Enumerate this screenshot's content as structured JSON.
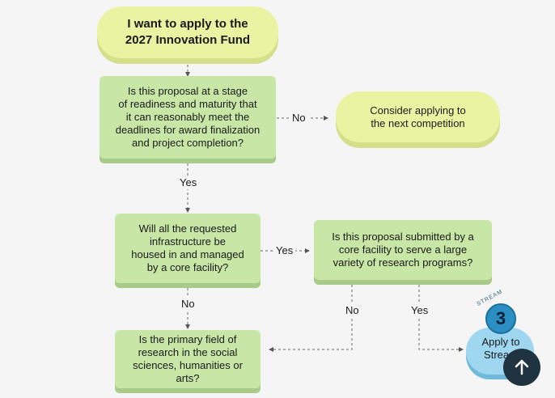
{
  "nodes": {
    "start": "I want to apply to the\n2027 Innovation Fund",
    "readiness": "Is this proposal at a stage\nof readiness and maturity that\nit can reasonably meet the\ndeadlines for award finalization\nand project completion?",
    "next_competition": "Consider applying to\nthe next competition",
    "core_facility": "Will all the requested\ninfrastructure be\nhoused in and managed\nby a core facility?",
    "core_facility_submitted": "Is this proposal submitted by a\ncore facility to serve a large\nvariety of research programs?",
    "primary_field": "Is the primary field of\nresearch in the social\nsciences, humanities or arts?"
  },
  "edges": {
    "readiness_no": "No",
    "readiness_yes": "Yes",
    "core_yes": "Yes",
    "core_no": "No",
    "submitted_no": "No",
    "submitted_yes": "Yes"
  },
  "stream": {
    "tag": "STREAM",
    "number": "3",
    "label": "Apply to\nStream"
  },
  "colors": {
    "decision_fill": "#c8e6a6",
    "start_fill": "#eaf3a2",
    "stream_fill": "#9fd7f1",
    "scroll_button": "#1f3340"
  },
  "icons": {
    "scroll_top": "arrow-up-icon"
  }
}
